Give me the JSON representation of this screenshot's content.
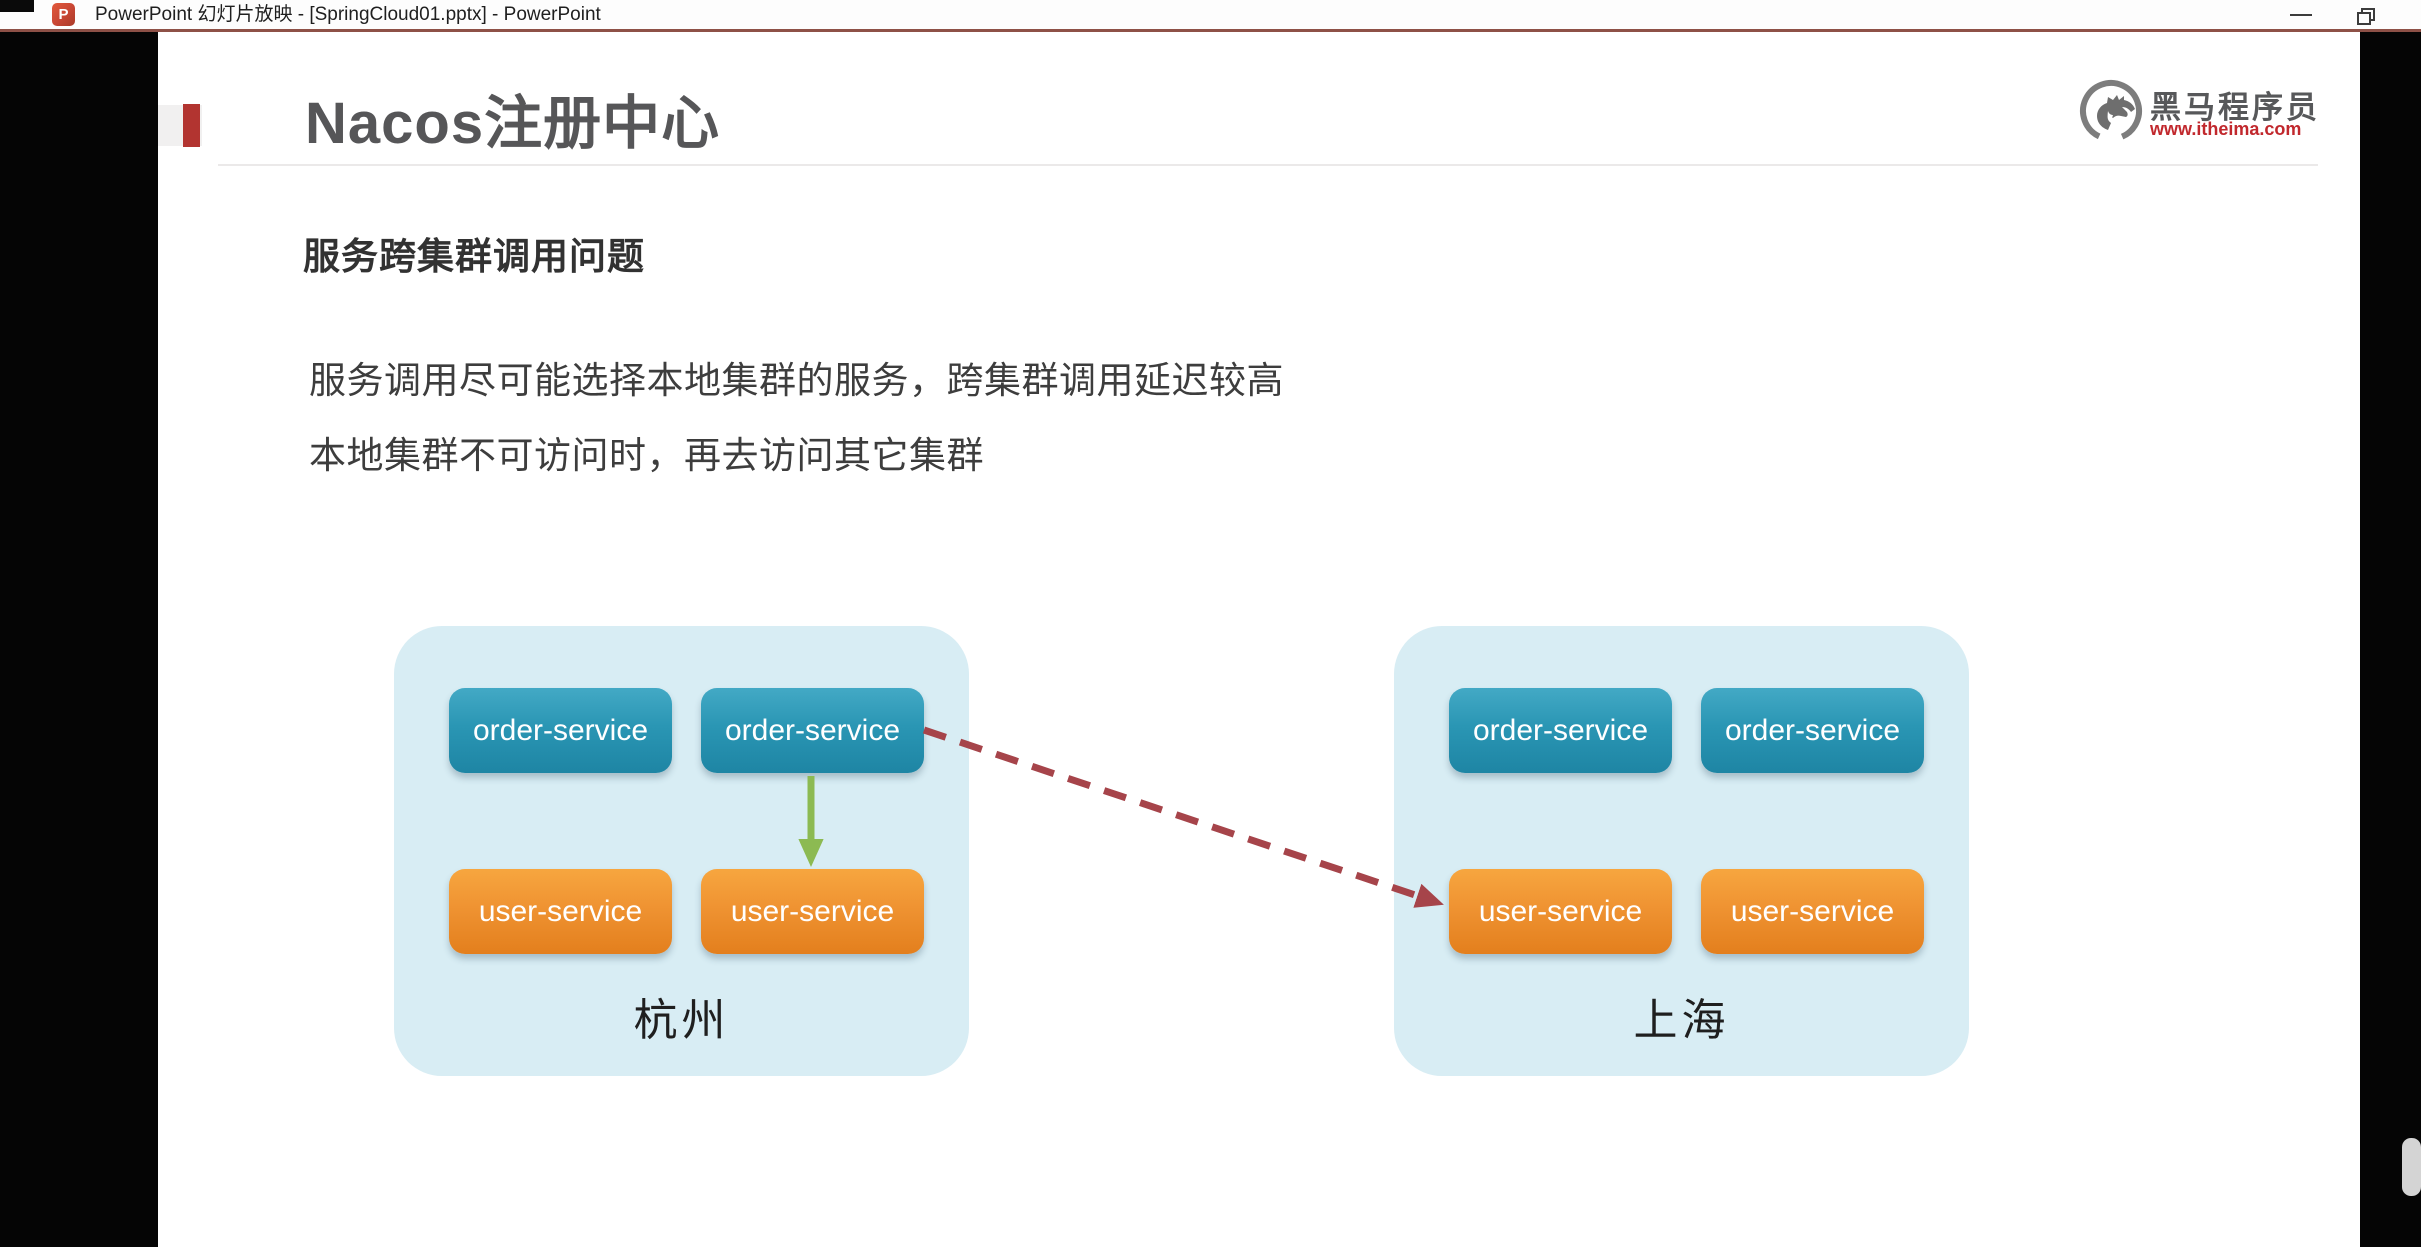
{
  "window": {
    "app_icon_letter": "P",
    "title": "PowerPoint 幻灯片放映 - [SpringCloud01.pptx] - PowerPoint"
  },
  "slide": {
    "title": "Nacos注册中心",
    "section_heading": "服务跨集群调用问题",
    "body": {
      "line1": "服务调用尽可能选择本地集群的服务，跨集群调用延迟较高",
      "line2": "本地集群不可访问时，再去访问其它集群"
    },
    "logo": {
      "brand": "黑马程序员",
      "website": "www.itheima.com"
    }
  },
  "diagram": {
    "clusters": [
      {
        "label": "杭州",
        "services": [
          {
            "label": "order-service"
          },
          {
            "label": "order-service"
          },
          {
            "label": "user-service"
          },
          {
            "label": "user-service"
          }
        ]
      },
      {
        "label": "上海",
        "services": [
          {
            "label": "order-service"
          },
          {
            "label": "order-service"
          },
          {
            "label": "user-service"
          },
          {
            "label": "user-service"
          }
        ]
      }
    ],
    "arrows": [
      {
        "name": "local-cluster-call",
        "style": "solid-green"
      },
      {
        "name": "cross-cluster-call",
        "style": "dashed-red"
      }
    ]
  },
  "colors": {
    "order_service_box": "#2a96b4",
    "user_service_box": "#ef9332",
    "cluster_background": "#d8edf4",
    "title_accent_red": "#b23430",
    "logo_red": "#c1282d",
    "green_arrow": "#8cba52",
    "red_arrow": "#a6444a",
    "chrome_line": "#8e5147"
  }
}
